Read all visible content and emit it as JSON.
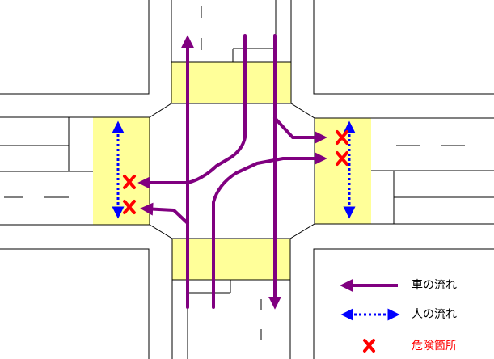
{
  "colors": {
    "background": "#ffffff",
    "road_line": "#000000",
    "crosswalk": "#ffff99",
    "car_flow": "#800080",
    "ped_flow": "#0000ff",
    "danger": "#ff0000",
    "danger_label": "#ff0000"
  },
  "icons": {
    "car_flow": "purple-solid-arrow-icon",
    "ped_flow": "blue-dotted-double-arrow-icon",
    "danger": "red-x-mark-icon"
  },
  "legend": {
    "car_flow_label": "車の流れ",
    "ped_flow_label": "人の流れ",
    "danger_label": "危険箇所"
  }
}
